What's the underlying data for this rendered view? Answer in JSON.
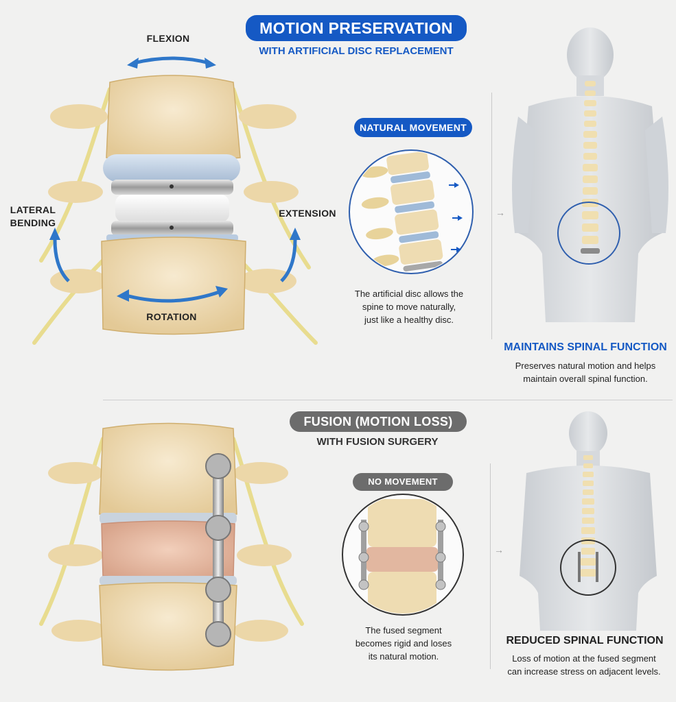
{
  "top": {
    "title": "MOTION PRESERVATION",
    "subtitle": "WITH ARTIFICIAL DISC REPLACEMENT",
    "motion_labels": {
      "flexion": "FLEXION",
      "lateral_bending_1": "LATERAL",
      "lateral_bending_2": "BENDING",
      "extension": "EXTENSION",
      "rotation": "ROTATION"
    },
    "badge": "NATURAL MOVEMENT",
    "caption": [
      "The artificial disc allows the",
      "spine to move naturally,",
      "just like a healthy disc."
    ],
    "result_title": "MAINTAINS SPINAL FUNCTION",
    "result_text": [
      "Preserves natural motion and helps",
      "maintain overall spinal function."
    ],
    "colors": {
      "accent": "#1559c4",
      "disc": "#b9cbe0",
      "bone": "#f0dfb8"
    }
  },
  "bottom": {
    "title": "FUSION (MOTION LOSS)",
    "subtitle": "WITH FUSION SURGERY",
    "badge": "NO MOVEMENT",
    "caption": [
      "The fused segment",
      "becomes rigid and loses",
      "its natural motion."
    ],
    "result_title": "REDUCED SPINAL FUNCTION",
    "result_text": [
      "Loss of motion at the fused segment",
      "can increase stress on adjacent levels."
    ],
    "colors": {
      "badge": "#6c6c6c",
      "fused": "#e2b7a0"
    }
  }
}
